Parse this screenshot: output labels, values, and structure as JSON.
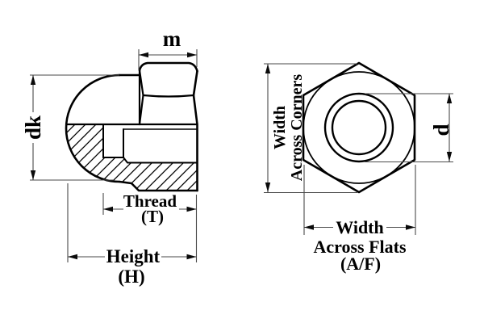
{
  "drawing": {
    "subject": "dome-nut-dimension-diagram",
    "background": "#ffffff",
    "line_color": "#000000",
    "dim_line_color": "#4a4a4a",
    "side_view": {
      "labels": {
        "m": "m",
        "dk": "dk",
        "thread": "Thread",
        "thread_abbr": "(T)",
        "height": "Height",
        "height_abbr": "(H)"
      }
    },
    "front_view": {
      "labels": {
        "wac_word": "Width",
        "wac_rest": "Across Corners",
        "d": "d",
        "waf_word": "Width",
        "waf_rest": "Across Flats",
        "waf_abbr": "(A/F)"
      }
    }
  }
}
